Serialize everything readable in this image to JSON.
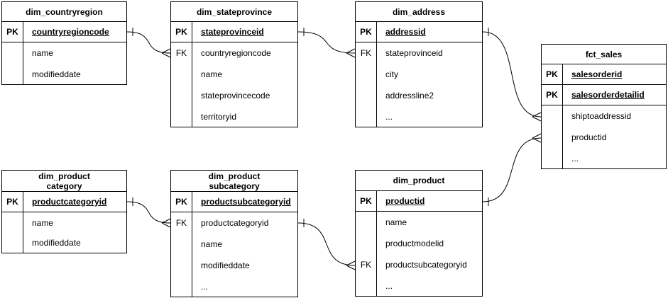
{
  "entities": [
    {
      "title": "dim_countryregion",
      "keys": [
        {
          "k": "PK",
          "f": "countryregioncode"
        }
      ],
      "rows": [
        {
          "k": "",
          "f": "name"
        },
        {
          "k": "",
          "f": "modifieddate"
        }
      ]
    },
    {
      "title": "dim_stateprovince",
      "keys": [
        {
          "k": "PK",
          "f": "stateprovinceid"
        }
      ],
      "rows": [
        {
          "k": "FK",
          "f": "countryregioncode"
        },
        {
          "k": "",
          "f": "name"
        },
        {
          "k": "",
          "f": "stateprovincecode"
        },
        {
          "k": "",
          "f": "territoryid"
        }
      ]
    },
    {
      "title": "dim_address",
      "keys": [
        {
          "k": "PK",
          "f": "addressid"
        }
      ],
      "rows": [
        {
          "k": "FK",
          "f": "stateprovinceid"
        },
        {
          "k": "",
          "f": "city"
        },
        {
          "k": "",
          "f": "addressline2"
        },
        {
          "k": "",
          "f": "..."
        }
      ]
    },
    {
      "title": "fct_sales",
      "keys": [
        {
          "k": "PK",
          "f": "salesorderid"
        },
        {
          "k": "PK",
          "f": "salesorderdetailid"
        }
      ],
      "rows": [
        {
          "k": "",
          "f": "shiptoaddressid"
        },
        {
          "k": "",
          "f": "productid"
        },
        {
          "k": "",
          "f": "..."
        }
      ]
    },
    {
      "title": "dim_product\ncategory",
      "keys": [
        {
          "k": "PK",
          "f": "productcategoryid"
        }
      ],
      "rows": [
        {
          "k": "",
          "f": "name"
        },
        {
          "k": "",
          "f": "modifieddate"
        }
      ]
    },
    {
      "title": "dim_product\nsubcategory",
      "keys": [
        {
          "k": "PK",
          "f": "productsubcategoryid"
        }
      ],
      "rows": [
        {
          "k": "FK",
          "f": "productcategoryid"
        },
        {
          "k": "",
          "f": "name"
        },
        {
          "k": "",
          "f": "modifieddate"
        },
        {
          "k": "",
          "f": "..."
        }
      ]
    },
    {
      "title": "dim_product",
      "keys": [
        {
          "k": "PK",
          "f": "productid"
        }
      ],
      "rows": [
        {
          "k": "",
          "f": "name"
        },
        {
          "k": "",
          "f": "productmodelid"
        },
        {
          "k": "FK",
          "f": "productsubcategoryid"
        },
        {
          "k": "",
          "f": "..."
        }
      ]
    }
  ],
  "relationships": [
    {
      "from": "dim_countryregion",
      "to": "dim_stateprovince",
      "cardinality": "one-to-many"
    },
    {
      "from": "dim_stateprovince",
      "to": "dim_address",
      "cardinality": "one-to-many"
    },
    {
      "from": "dim_address",
      "to": "fct_sales",
      "cardinality": "one-to-many"
    },
    {
      "from": "dim_product",
      "to": "fct_sales",
      "cardinality": "one-to-many"
    },
    {
      "from": "dim_product category",
      "to": "dim_product subcategory",
      "cardinality": "one-to-many"
    },
    {
      "from": "dim_product subcategory",
      "to": "dim_product",
      "cardinality": "one-to-many"
    }
  ],
  "notation": {
    "one_marker": "tick",
    "many_marker": "crow-foot"
  },
  "colors": {
    "background": "#ffffff",
    "line": "#000000",
    "text": "#000000"
  }
}
